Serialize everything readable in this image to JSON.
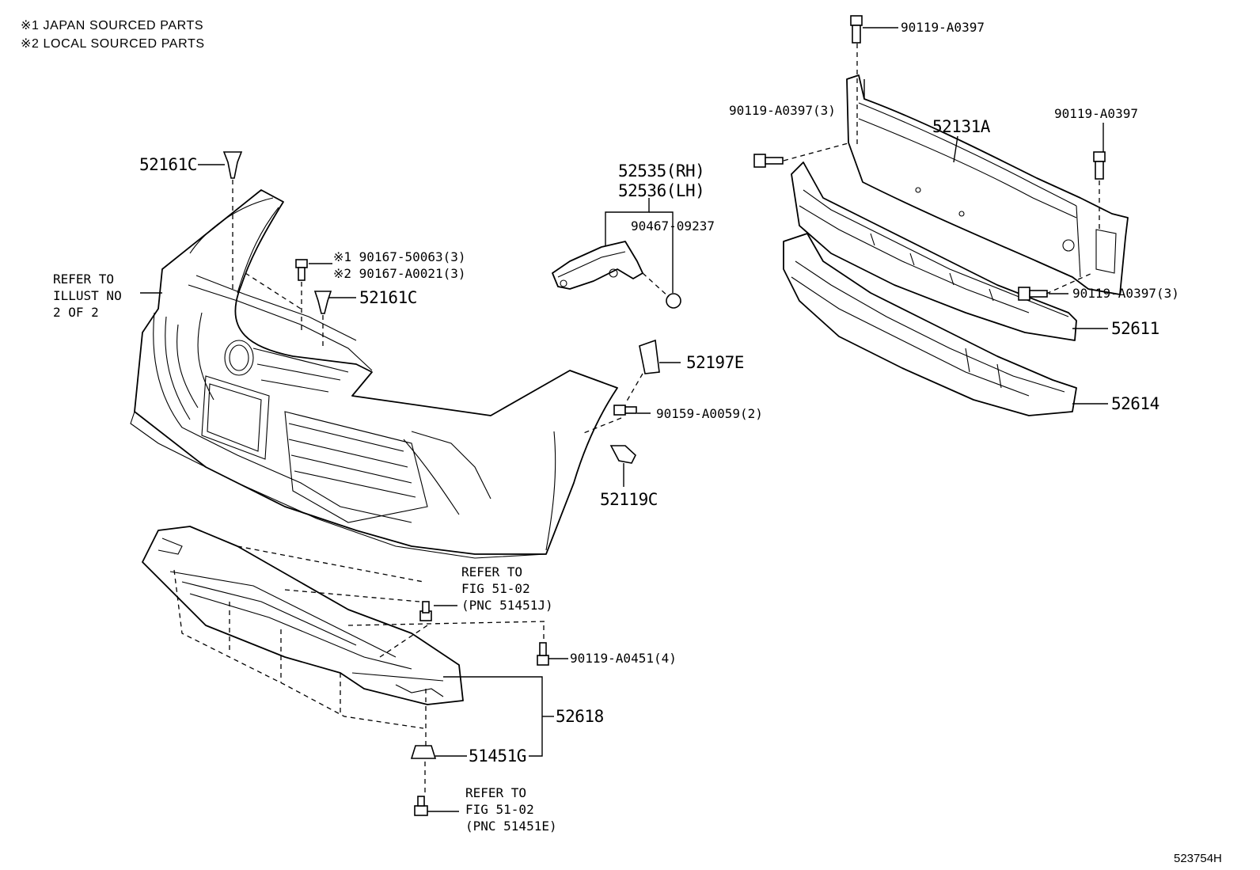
{
  "notes": {
    "note1": "※1 JAPAN SOURCED PARTS",
    "note2": "※2 LOCAL SOURCED PARTS"
  },
  "illustration_id": "523754H",
  "refer_illust": {
    "line1": "REFER TO",
    "line2": "ILLUST NO",
    "line3": "2 OF 2"
  },
  "refer_fig_upper": {
    "line1": "REFER TO",
    "line2": "FIG 51-02",
    "line3": "(PNC 51451J)"
  },
  "refer_fig_lower": {
    "line1": "REFER TO",
    "line2": "FIG 51-02",
    "line3": "(PNC 51451E)"
  },
  "parts": {
    "bolt_top": "90119-A0397",
    "bolt_left_3": "90119-A0397(3)",
    "reinforcement": "52131A",
    "bolt_right": "90119-A0397",
    "bolt_right_3": "90119-A0397(3)",
    "absorber": "52611",
    "absorber_lower": "52614",
    "clip_top": "52161C",
    "bracket_rh": "52535(RH)",
    "bracket_lh": "52536(LH)",
    "bracket_clip": "90467-09237",
    "screw_jp": "※1 90167-50063(3)",
    "screw_local": "※2 90167-A0021(3)",
    "clip_mid": "52161C",
    "retainer": "52197E",
    "bolt_side": "90159-A0059(2)",
    "clip_side": "52119C",
    "bolt_cover": "90119-A0451(4)",
    "undercover": "52618",
    "clip_lower": "51451G"
  }
}
